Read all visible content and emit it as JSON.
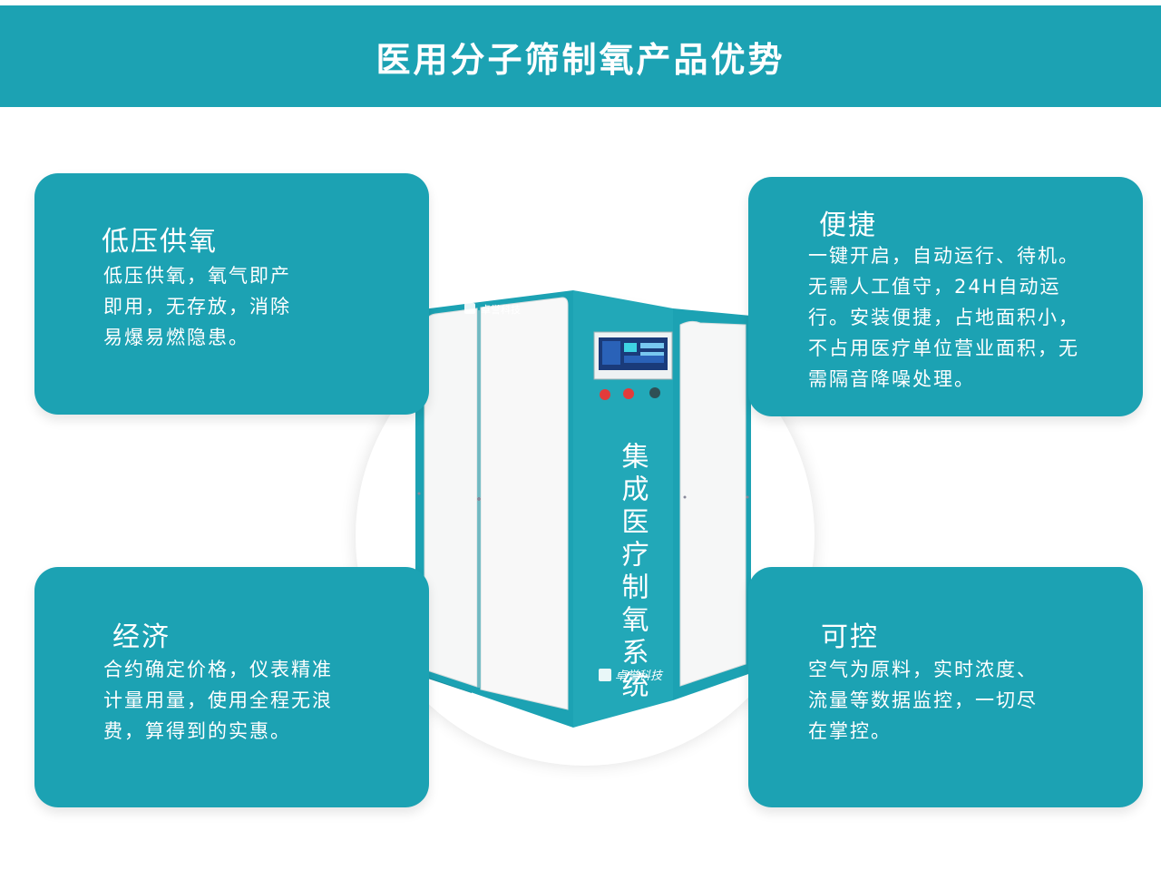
{
  "header": {
    "title": "医用分子筛制氧产品优势"
  },
  "cards": [
    {
      "title": "低压供氧",
      "lines": [
        "低压供氧，氧气即产",
        "即用，无存放，消除",
        "易爆易燃隐患。"
      ]
    },
    {
      "title": "便捷",
      "lines": [
        "一键开启，自动运行、待机。",
        "无需人工值守，24H自动运",
        "行。安装便捷，占地面积小，",
        "不占用医疗单位营业面积，无",
        "需隔音降噪处理。"
      ]
    },
    {
      "title": "经济",
      "lines": [
        "合约确定价格，仪表精准",
        "计量用量，使用全程无浪",
        "费，算得到的实惠。"
      ]
    },
    {
      "title": "可控",
      "lines": [
        "空气为原料，实时浓度、",
        "流量等数据监控，一切尽",
        "在掌控。"
      ]
    }
  ],
  "product": {
    "brand_top": "卓誉科技",
    "brand_bottom": "卓誉科技",
    "vertical_text": "集成医疗制氧系统",
    "colors": {
      "accent": "#1ca2b3",
      "panel": "#f7f7f7",
      "button_red": "#e23b3b",
      "button_dark": "#2f4f55"
    }
  }
}
